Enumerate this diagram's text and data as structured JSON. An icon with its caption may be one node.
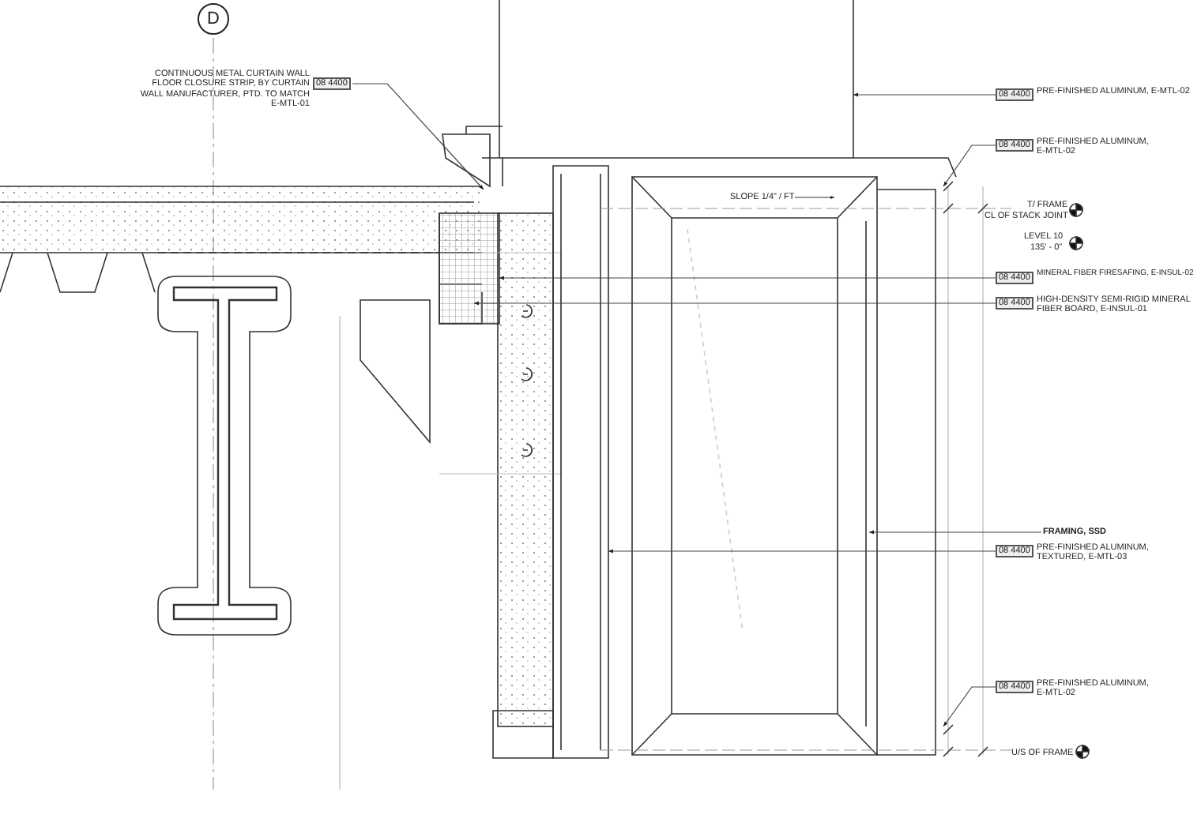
{
  "diagram": {
    "nodes": [
      {
        "text": [
          "D"
        ]
      },
      {
        "text": [
          "CONTINUOUS METAL CURTAIN WALL FLOOR CLOSURE STRIP, BY CURTAIN WALL MANUFACTURER, PTD. TO MATCH E-MTL-01",
          "08 4400"
        ]
      },
      {
        "text": [
          "08 4400",
          "PRE-FINISHED ALUMINUM, E-MTL-02"
        ]
      },
      {
        "text": [
          "08 4400",
          "PRE-FINISHED ALUMINUM, E-MTL-02"
        ]
      },
      {
        "text": [
          "08 4400",
          "MINERAL FIBER FIRESAFING, E-INSUL-02"
        ]
      },
      {
        "text": [
          "08 4400",
          "HIGH-DENSITY SEMI-RIGID MINERAL FIBER BOARD, E-INSUL-01"
        ]
      },
      {
        "text": [
          "FRAMING, SSD"
        ]
      },
      {
        "text": [
          "08 4400",
          "PRE-FINISHED ALUMINUM, TEXTURED, E-MTL-03"
        ]
      },
      {
        "text": [
          "08 4400",
          "PRE-FINISHED ALUMINUM, E-MTL-02"
        ]
      }
    ],
    "edges": [
      {
        "from": 1,
        "to": null,
        "arrow": "to"
      },
      {
        "from": 2,
        "to": null,
        "arrow": "to"
      },
      {
        "from": 3,
        "to": null,
        "arrow": "to"
      },
      {
        "from": 4,
        "to": null,
        "arrow": "to"
      },
      {
        "from": 5,
        "to": null,
        "arrow": "to"
      },
      {
        "from": 6,
        "to": null,
        "arrow": "to"
      },
      {
        "from": 7,
        "to": null,
        "arrow": "to"
      },
      {
        "from": 8,
        "to": null,
        "arrow": "to"
      }
    ],
    "labels": [
      "SLOPE 1/4\" / FT",
      "T/ FRAME",
      "CL OF STACK JOINT",
      "LEVEL 10",
      "135' - 0\"",
      "U/S OF FRAME"
    ]
  }
}
